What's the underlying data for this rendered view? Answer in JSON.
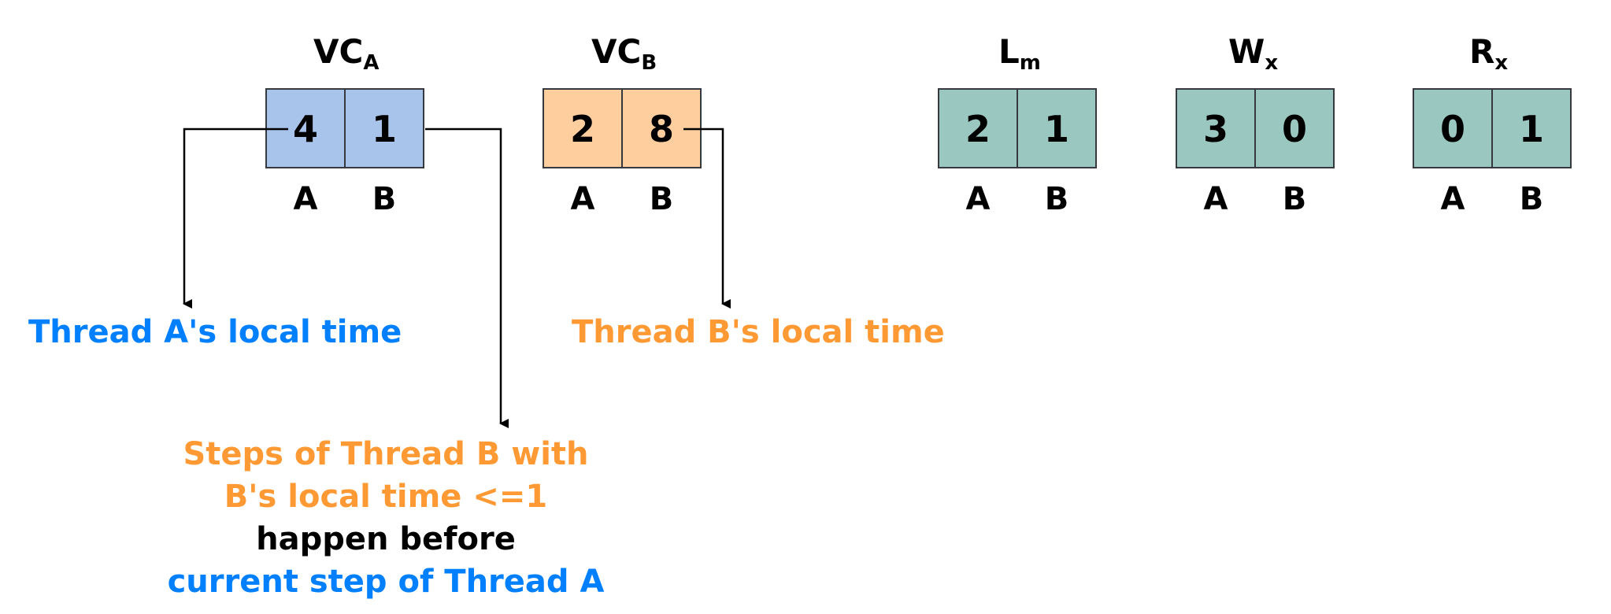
{
  "colors": {
    "blue_fill": "#A9C4EB",
    "orange_fill": "#FFCE9F",
    "teal_fill": "#9AC7BF",
    "border": "#36393D",
    "blue_text": "#007FFF",
    "orange_text": "#FF9933",
    "black_text": "#000000"
  },
  "clocks": [
    {
      "name": "VC",
      "sub": "A",
      "values": [
        "4",
        "1"
      ],
      "columns": [
        "A",
        "B"
      ],
      "fill": "blue"
    },
    {
      "name": "VC",
      "sub": "B",
      "values": [
        "2",
        "8"
      ],
      "columns": [
        "A",
        "B"
      ],
      "fill": "orange"
    },
    {
      "name": "L",
      "sub": "m",
      "values": [
        "2",
        "1"
      ],
      "columns": [
        "A",
        "B"
      ],
      "fill": "teal"
    },
    {
      "name": "W",
      "sub": "x",
      "values": [
        "3",
        "0"
      ],
      "columns": [
        "A",
        "B"
      ],
      "fill": "teal"
    },
    {
      "name": "R",
      "sub": "x",
      "values": [
        "0",
        "1"
      ],
      "columns": [
        "A",
        "B"
      ],
      "fill": "teal"
    }
  ],
  "annotations": {
    "thread_a_local": "Thread A's local time",
    "thread_b_local": "Thread B's local time",
    "steps_line1": "Steps of Thread B with",
    "steps_line2": "B's local time <=1",
    "steps_line3": "happen before",
    "steps_line4": "current step of Thread A"
  }
}
